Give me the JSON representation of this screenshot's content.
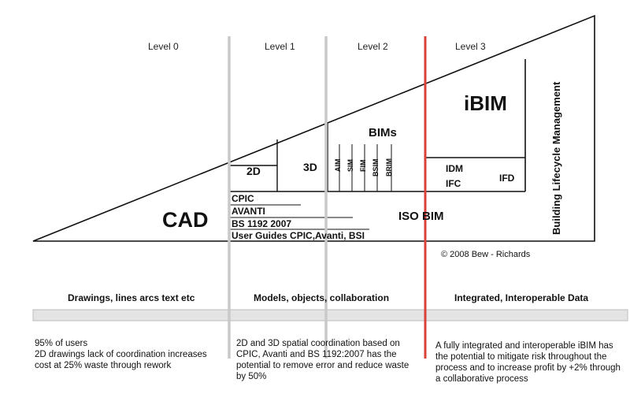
{
  "levels": {
    "l0": "Level 0",
    "l1": "Level 1",
    "l2": "Level 2",
    "l3": "Level 3"
  },
  "labels": {
    "cad": "CAD",
    "twod": "2D",
    "threed": "3D",
    "bims": "BIMs",
    "ibim": "iBIM",
    "idm": "IDM",
    "ifc": "IFC",
    "ifd": "IFD",
    "iso_bim": "ISO BIM",
    "lifecycle": "Building Lifecycle Management",
    "copyright": "©  2008 Bew - Richards"
  },
  "bim_types": [
    "AIM",
    "SIM",
    "FIM",
    "BSIM",
    "BRIM"
  ],
  "standards": [
    "CPIC",
    "AVANTI",
    "BS 1192 2007",
    "User Guides CPIC,Avanti, BSI"
  ],
  "summaries": {
    "level0": "Drawings, lines arcs text etc",
    "level12": "Models, objects, collaboration",
    "level3": "Integrated, Interoperable Data"
  },
  "descriptions": {
    "level0": "95% of users\n2D drawings lack of coordination increases cost at 25% waste through rework",
    "level12": "2D and 3D spatial coordination based on CPIC, Avanti and BS 1192:2007 has the potential to remove error and reduce waste by 50%",
    "level3": "A fully integrated and interoperable iBIM has the potential to mitigate risk throughout the process and to increase profit by +2% through a collaborative process"
  },
  "colors": {
    "level3_line": "#d9413a",
    "divider_line": "#c9c9c9",
    "band": "#e4e4e4"
  }
}
